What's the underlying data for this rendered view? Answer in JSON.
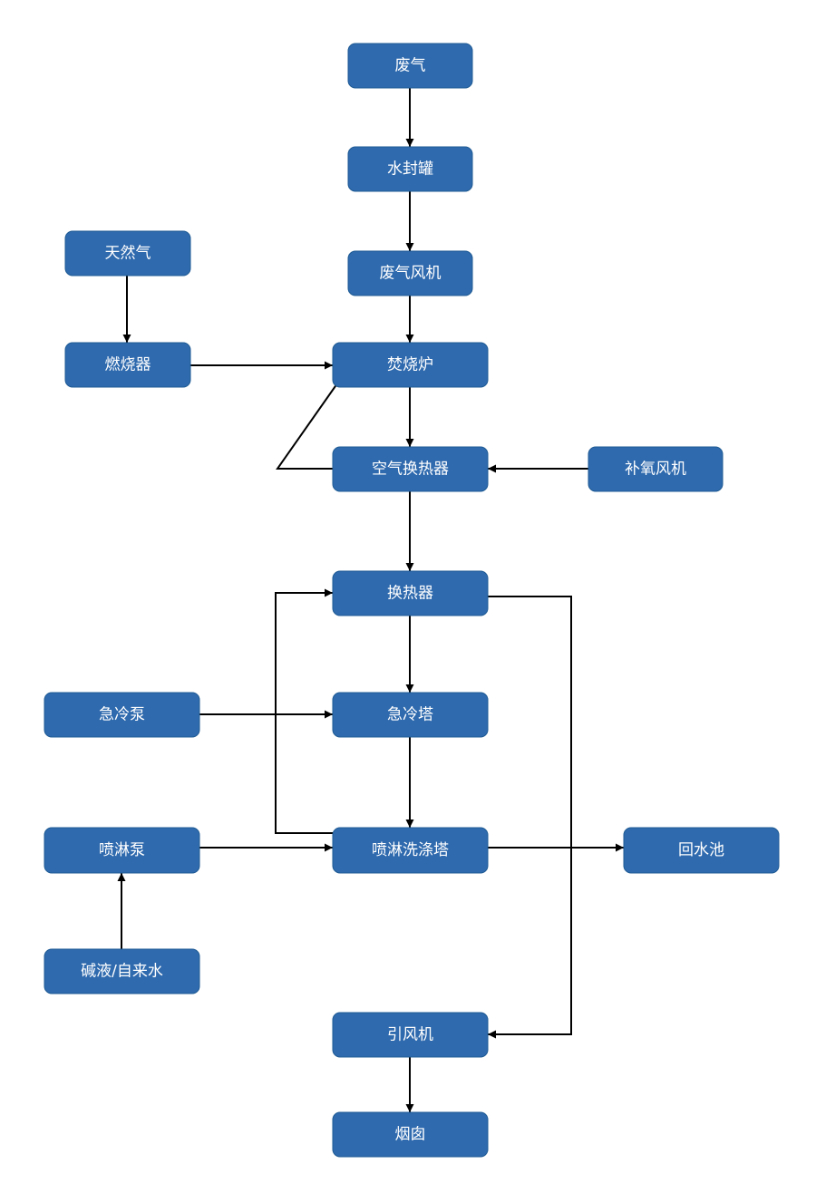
{
  "colors": {
    "node_fill": "#2f6aae",
    "node_text": "#ffffff",
    "edge": "#000000",
    "background": "#ffffff"
  },
  "nodes": {
    "waste_gas": "废气",
    "water_seal_tank": "水封罐",
    "waste_gas_fan": "废气风机",
    "natural_gas": "天然气",
    "burner": "燃烧器",
    "incinerator": "焚烧炉",
    "air_heat_exchanger": "空气换热器",
    "oxygen_fan": "补氧风机",
    "heat_exchanger": "换热器",
    "quench_pump": "急冷泵",
    "quench_tower": "急冷塔",
    "spray_pump": "喷淋泵",
    "spray_scrubber": "喷淋洗涤塔",
    "return_pool": "回水池",
    "alkali_water": "碱液/自来水",
    "induced_fan": "引风机",
    "chimney": "烟囱"
  },
  "edges": [
    [
      "waste_gas",
      "water_seal_tank"
    ],
    [
      "water_seal_tank",
      "waste_gas_fan"
    ],
    [
      "waste_gas_fan",
      "incinerator"
    ],
    [
      "natural_gas",
      "burner"
    ],
    [
      "burner",
      "incinerator"
    ],
    [
      "incinerator",
      "air_heat_exchanger"
    ],
    [
      "air_heat_exchanger",
      "incinerator"
    ],
    [
      "oxygen_fan",
      "air_heat_exchanger"
    ],
    [
      "air_heat_exchanger",
      "heat_exchanger"
    ],
    [
      "heat_exchanger",
      "quench_tower"
    ],
    [
      "quench_pump",
      "quench_tower"
    ],
    [
      "quench_tower",
      "spray_scrubber"
    ],
    [
      "spray_scrubber",
      "heat_exchanger"
    ],
    [
      "spray_pump",
      "spray_scrubber"
    ],
    [
      "alkali_water",
      "spray_pump"
    ],
    [
      "spray_scrubber",
      "return_pool"
    ],
    [
      "heat_exchanger",
      "induced_fan"
    ],
    [
      "induced_fan",
      "chimney"
    ]
  ]
}
